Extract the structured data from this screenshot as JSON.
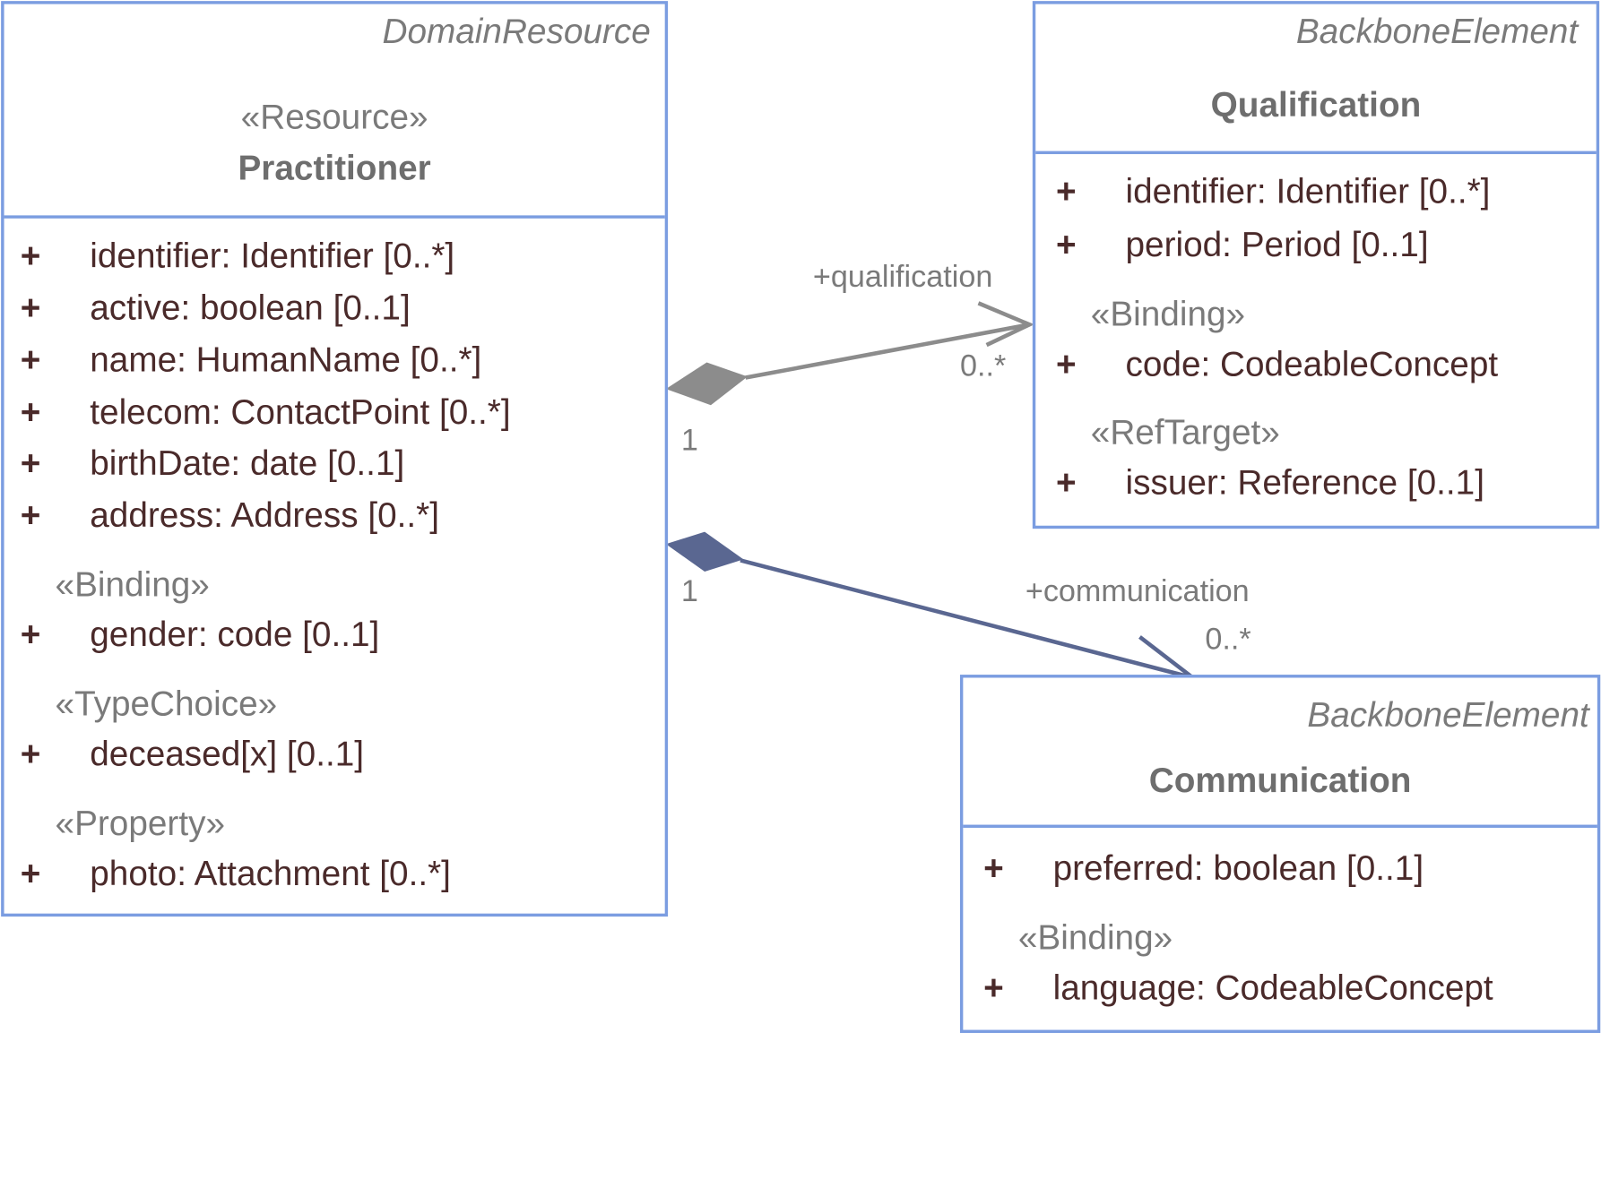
{
  "practitioner": {
    "parent": "DomainResource",
    "stereotype": "«Resource»",
    "name": "Practitioner",
    "attributes": [
      {
        "plus": "+",
        "text": "identifier: Identifier [0..*]"
      },
      {
        "plus": "+",
        "text": "active: boolean [0..1]"
      },
      {
        "plus": "+",
        "text": "name: HumanName [0..*]"
      },
      {
        "plus": "+",
        "text": "telecom: ContactPoint [0..*]"
      },
      {
        "plus": "+",
        "text": "birthDate: date [0..1]"
      },
      {
        "plus": "+",
        "text": "address: Address [0..*]"
      }
    ],
    "binding_label": "«Binding»",
    "gender": {
      "plus": "+",
      "text": "gender: code [0..1]"
    },
    "typechoice_label": "«TypeChoice»",
    "deceased": {
      "plus": "+",
      "text": "deceased[x] [0..1]"
    },
    "property_label": "«Property»",
    "photo": {
      "plus": "+",
      "text": "photo: Attachment [0..*]"
    }
  },
  "qualification": {
    "parent": "BackboneElement",
    "name": "Qualification",
    "attributes": [
      {
        "plus": "+",
        "text": "identifier: Identifier [0..*]"
      },
      {
        "plus": "+",
        "text": "period: Period [0..1]"
      }
    ],
    "binding_label": "«Binding»",
    "code": {
      "plus": "+",
      "text": "code: CodeableConcept"
    },
    "reftarget_label": "«RefTarget»",
    "issuer": {
      "plus": "+",
      "text": "issuer: Reference [0..1]"
    }
  },
  "communication": {
    "parent": "BackboneElement",
    "name": "Communication",
    "preferred": {
      "plus": "+",
      "text": "preferred: boolean [0..1]"
    },
    "binding_label": "«Binding»",
    "language": {
      "plus": "+",
      "text": "language: CodeableConcept"
    }
  },
  "associations": {
    "qualification": {
      "role": "+qualification",
      "source_multiplicity": "1",
      "target_multiplicity": "0..*",
      "color": "#8c8c8c"
    },
    "communication": {
      "role": "+communication",
      "source_multiplicity": "1",
      "target_multiplicity": "0..*",
      "color": "#5a6791"
    }
  },
  "colors": {
    "border": "#7b9de1",
    "attribute_text": "#4a2a2a",
    "label_text": "#7a7a7a"
  }
}
